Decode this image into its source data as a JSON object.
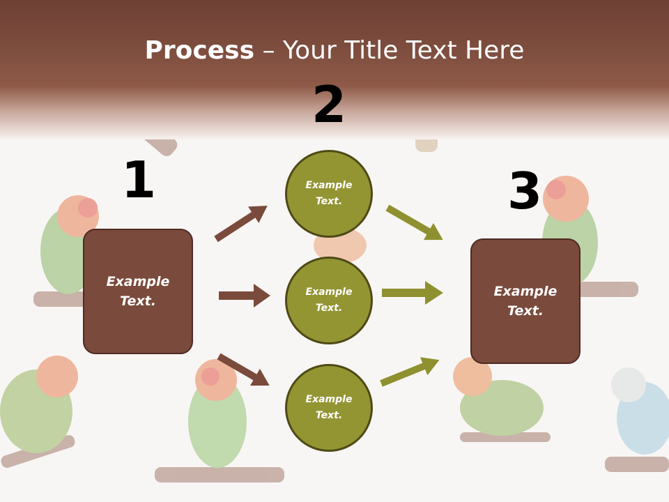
{
  "slide": {
    "title_bold": "Process",
    "title_rest": " – Your Title Text Here",
    "steps": [
      {
        "number": "1",
        "text": "Example Text."
      },
      {
        "number": "2",
        "text": "Example Text."
      },
      {
        "number": "3",
        "text": "Example Text."
      }
    ],
    "circles": [
      {
        "text": "Example Text."
      },
      {
        "text": "Example Text."
      },
      {
        "text": "Example Text."
      }
    ]
  },
  "colors": {
    "header": "#7d4d3e",
    "box_fill": "#7a4a3c",
    "circle_fill": "#939533",
    "arrow_left": "#7a4a3c",
    "arrow_right": "#8f9130"
  },
  "background_image": "lovebird-parrots-on-perches"
}
